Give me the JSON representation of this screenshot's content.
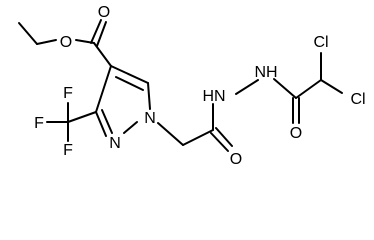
{
  "molecule": {
    "atoms": {
      "ester_o_single": "O",
      "ester_o_double": "O",
      "ring_n1": "N",
      "ring_n2": "N",
      "f_top": "F",
      "f_left": "F",
      "f_bottom": "F",
      "amide_o1": "O",
      "hydrazide_nh1": "HN",
      "hydrazide_nh2": "NH",
      "amide_o2": "O",
      "cl_top": "Cl",
      "cl_right": "Cl"
    }
  },
  "colors": {
    "bond": "#000000",
    "label": "#000000",
    "background": "#ffffff"
  }
}
